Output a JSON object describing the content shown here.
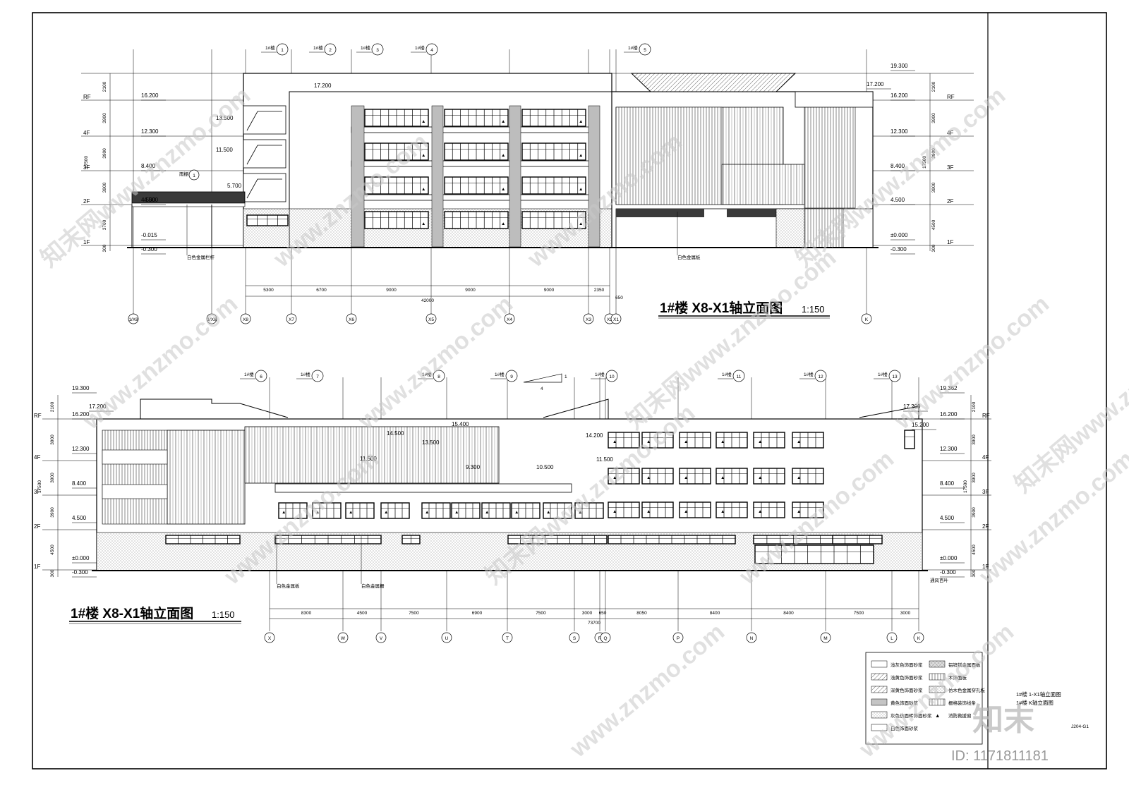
{
  "drawing": {
    "top_title": "1#楼 X8-X1轴立面图",
    "top_scale": "1:150",
    "bottom_title": "1#楼 X8-X1轴立面图",
    "bottom_scale": "1:150",
    "sheet_number": "J204-G1",
    "titleblock_line1": "1#楼 1-X1轴立面图",
    "titleblock_line2": "1#楼 K轴立面图"
  },
  "top_elevation": {
    "floors": [
      "RF",
      "4F",
      "3F",
      "2F",
      "1F"
    ],
    "levels_left": [
      "16.200",
      "12.300",
      "8.400",
      "4.500",
      "-0.015",
      "-0.300"
    ],
    "levels_right": [
      "19.300",
      "17.200",
      "16.200",
      "12.300",
      "8.400",
      "4.500",
      "±0.000",
      "-0.300"
    ],
    "levels_mid": [
      "13.500",
      "11.500",
      "5.700",
      "17.200"
    ],
    "dims_left": [
      "2100",
      "3900",
      "3900",
      "3900",
      "3700",
      "300"
    ],
    "dims_right": [
      "2100",
      "3900",
      "3900",
      "3900",
      "4500",
      "300"
    ],
    "total_height": "17500",
    "bottom_dims": [
      "5300",
      "6700",
      "9000",
      "9000",
      "9000",
      "2350"
    ],
    "bottom_total": "42000",
    "extra_dim": "650",
    "axes": [
      "1/X8",
      "1/X8",
      "X8",
      "X7",
      "X6",
      "X5",
      "X4",
      "X3",
      "X2",
      "X1",
      "K"
    ],
    "detail_tags": [
      "1",
      "2",
      "3",
      "4",
      "5"
    ],
    "detail_prefix": "1#楼",
    "notes": [
      "白色金属栏杆",
      "白色金属板",
      "雨棚"
    ]
  },
  "bottom_elevation": {
    "floors": [
      "RF",
      "4F",
      "3F",
      "2F",
      "1F"
    ],
    "levels_left": [
      "19.300",
      "17.200",
      "16.200",
      "12.300",
      "8.400",
      "4.500",
      "±0.000",
      "-0.300"
    ],
    "levels_right": [
      "19.362",
      "17.200",
      "16.200",
      "15.200",
      "12.300",
      "8.400",
      "4.500",
      "±0.000",
      "-0.300"
    ],
    "levels_mid": [
      "15.400",
      "14.500",
      "13.500",
      "14.200",
      "11.500",
      "10.500",
      "11.500",
      "9.300"
    ],
    "dims_left": [
      "2100",
      "3900",
      "3900",
      "3900",
      "4500",
      "300"
    ],
    "dims_right": [
      "2100",
      "3900",
      "3900",
      "3900",
      "4500",
      "300"
    ],
    "total_height": "17500",
    "bottom_dims": [
      "8300",
      "4500",
      "7500",
      "6900",
      "7500",
      "3000",
      "650",
      "8050",
      "8400",
      "8400",
      "7500",
      "3000"
    ],
    "bottom_total": "73700",
    "axes": [
      "X",
      "W",
      "V",
      "U",
      "T",
      "S",
      "R",
      "Q",
      "P",
      "N",
      "M",
      "L",
      "K"
    ],
    "detail_tags": [
      "6",
      "7",
      "8",
      "9",
      "10",
      "11",
      "12",
      "13"
    ],
    "detail_prefix": "1#楼",
    "slope": [
      "1",
      "4"
    ],
    "notes": [
      "白色金属板",
      "白色金属栅",
      "通风百叶"
    ]
  },
  "legend": [
    "浅灰色饰面砂浆",
    "铝锌镁金属面板",
    "浅黄色饰面砂浆",
    "木饰面板",
    "深黄色饰面砂浆",
    "仿木色金属穿孔板",
    "黄色饰面砂浆",
    "栅格装饰线条",
    "灰色仿面砖饰面砂浆",
    "消防救援窗",
    "白色饰面砂浆"
  ],
  "watermark": {
    "text": "www.znzmo.com",
    "brand": "知末网",
    "logo": "知末",
    "id": "ID: 1171811181"
  },
  "colors": {
    "line": "#000000",
    "hatch": "#bdbdbd",
    "dark": "#3a3a3a",
    "glass": "#e6e6e6"
  }
}
